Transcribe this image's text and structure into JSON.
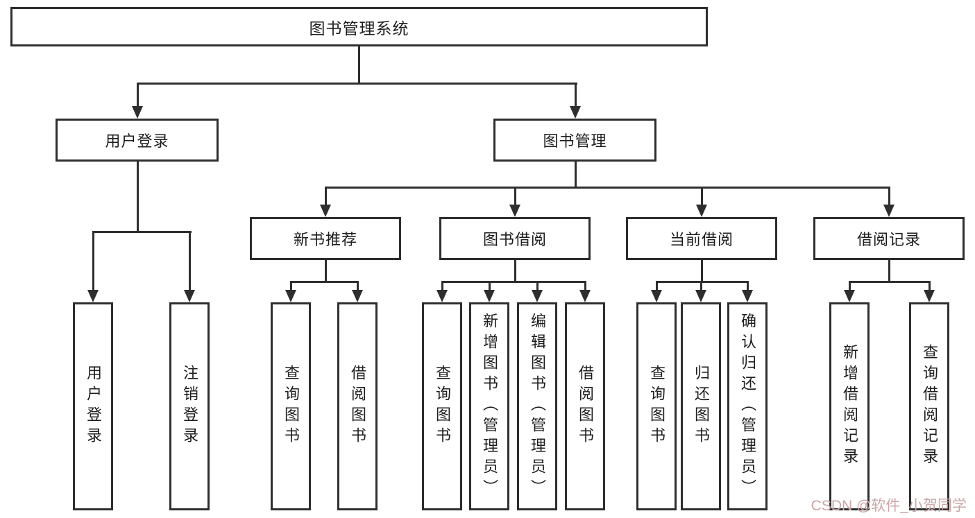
{
  "colors": {
    "line": "#2e2e2e",
    "text": "#1d1d1d",
    "background": "#ffffff",
    "watermark_color": "#cba6a6"
  },
  "watermark": {
    "text": "CSDN @软件_小贺同学"
  },
  "tree": {
    "root": {
      "label": "图书管理系统",
      "children": [
        {
          "label": "用户登录",
          "children": [
            {
              "label": "用户登录"
            },
            {
              "label": "注销登录"
            }
          ]
        },
        {
          "label": "图书管理",
          "children": [
            {
              "label": "新书推荐",
              "children": [
                {
                  "label": "查询图书"
                },
                {
                  "label": "借阅图书"
                }
              ]
            },
            {
              "label": "图书借阅",
              "children": [
                {
                  "label": "查询图书"
                },
                {
                  "label": "新增图书（管理员）"
                },
                {
                  "label": "编辑图书（管理员）"
                },
                {
                  "label": "借阅图书"
                }
              ]
            },
            {
              "label": "当前借阅",
              "children": [
                {
                  "label": "查询图书"
                },
                {
                  "label": "归还图书"
                },
                {
                  "label": "确认归还（管理员）"
                }
              ]
            },
            {
              "label": "借阅记录",
              "children": [
                {
                  "label": "新增借阅记录"
                },
                {
                  "label": "查询借阅记录"
                }
              ]
            }
          ]
        }
      ]
    }
  }
}
